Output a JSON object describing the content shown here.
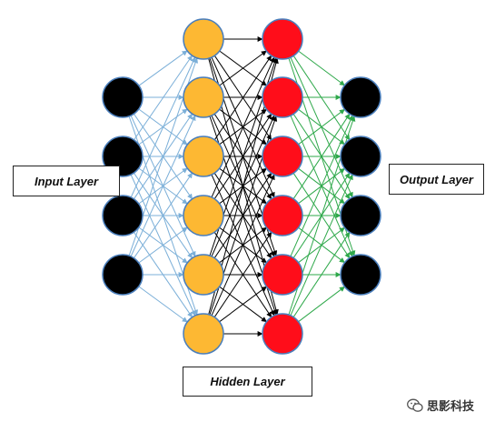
{
  "labels": {
    "input": "Input Layer",
    "hidden": "Hidden Layer",
    "output": "Output Layer"
  },
  "watermark": {
    "text": "思影科技",
    "icon": "wechat-icon"
  },
  "network": {
    "layers": [
      {
        "name": "input",
        "nodes": 4,
        "fill": "#000000"
      },
      {
        "name": "hidden-1",
        "nodes": 6,
        "fill": "#FDB833"
      },
      {
        "name": "hidden-2",
        "nodes": 6,
        "fill": "#FF0D1A"
      },
      {
        "name": "output",
        "nodes": 4,
        "fill": "#000000"
      }
    ],
    "node_stroke": "#4A7EBB",
    "edge_colors": [
      "#7BAFD8",
      "#000000",
      "#2EA84A"
    ]
  }
}
